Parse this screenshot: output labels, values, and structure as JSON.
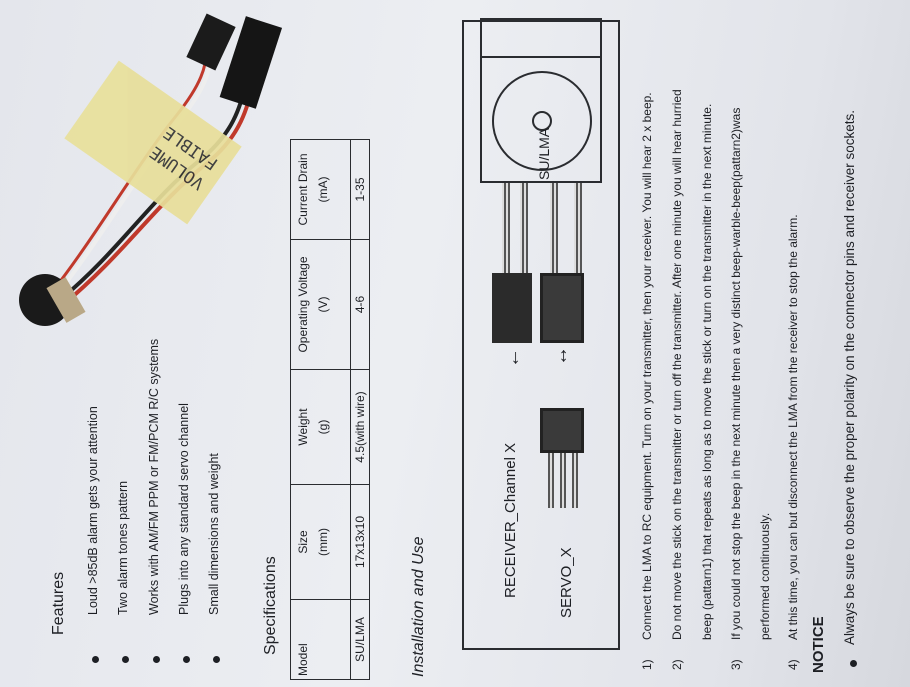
{
  "features": {
    "title": "Features",
    "items": [
      "Loud >85dB alarm gets your attention",
      "Two alarm tones pattern",
      "Works with AM/FM PPM or FM/PCM R/C systems",
      "Plugs into any standard servo channel",
      "Small dimensions and weight"
    ]
  },
  "specifications": {
    "title": "Specifications",
    "headers": [
      {
        "name": "Model",
        "unit": ""
      },
      {
        "name": "Size",
        "unit": "(mm)"
      },
      {
        "name": "Weight",
        "unit": "(g)"
      },
      {
        "name": "Operating Voltage",
        "unit": "(V)"
      },
      {
        "name": "Current Drain",
        "unit": "(mA)"
      }
    ],
    "row": [
      "SU/LMA",
      "17x13x10",
      "4.5(with wire)",
      "4-6",
      "1-35"
    ]
  },
  "installation": {
    "title": "Installation and Use",
    "diagram": {
      "device_label": "SU/LMA",
      "receiver_label": "RECEIVER_Channel X",
      "servo_label": "SERVO_X"
    },
    "steps": [
      {
        "num": "1)",
        "text": "Connect the LMA to RC equipment. Turn on your transmitter, then your receiver. You will hear 2 x beep."
      },
      {
        "num": "2)",
        "text": "Do not move  the stick on the  transmitter or turn off the transmitter. After one minute you will hear hurried"
      },
      {
        "num": "",
        "text": "beep (pattarn1) that repeats as long as to move the stick or turn on the transmitter in the next minute."
      },
      {
        "num": "3)",
        "text": "If you could not stop the beep in the next minute then a very distinct beep-warble-beep(pattarn2)was"
      },
      {
        "num": "",
        "text": "performed continuously."
      },
      {
        "num": "4)",
        "text": "At this time, you can but disconnect the LMA from the receiver to stop the alarm."
      }
    ]
  },
  "notice": {
    "title": "NOTICE",
    "text": "Always be sure to observe the proper polarity on the connector pins and receiver sockets."
  },
  "photo": {
    "tape_label_line1": "VOLUME",
    "tape_label_line2": "FAIBLE"
  }
}
